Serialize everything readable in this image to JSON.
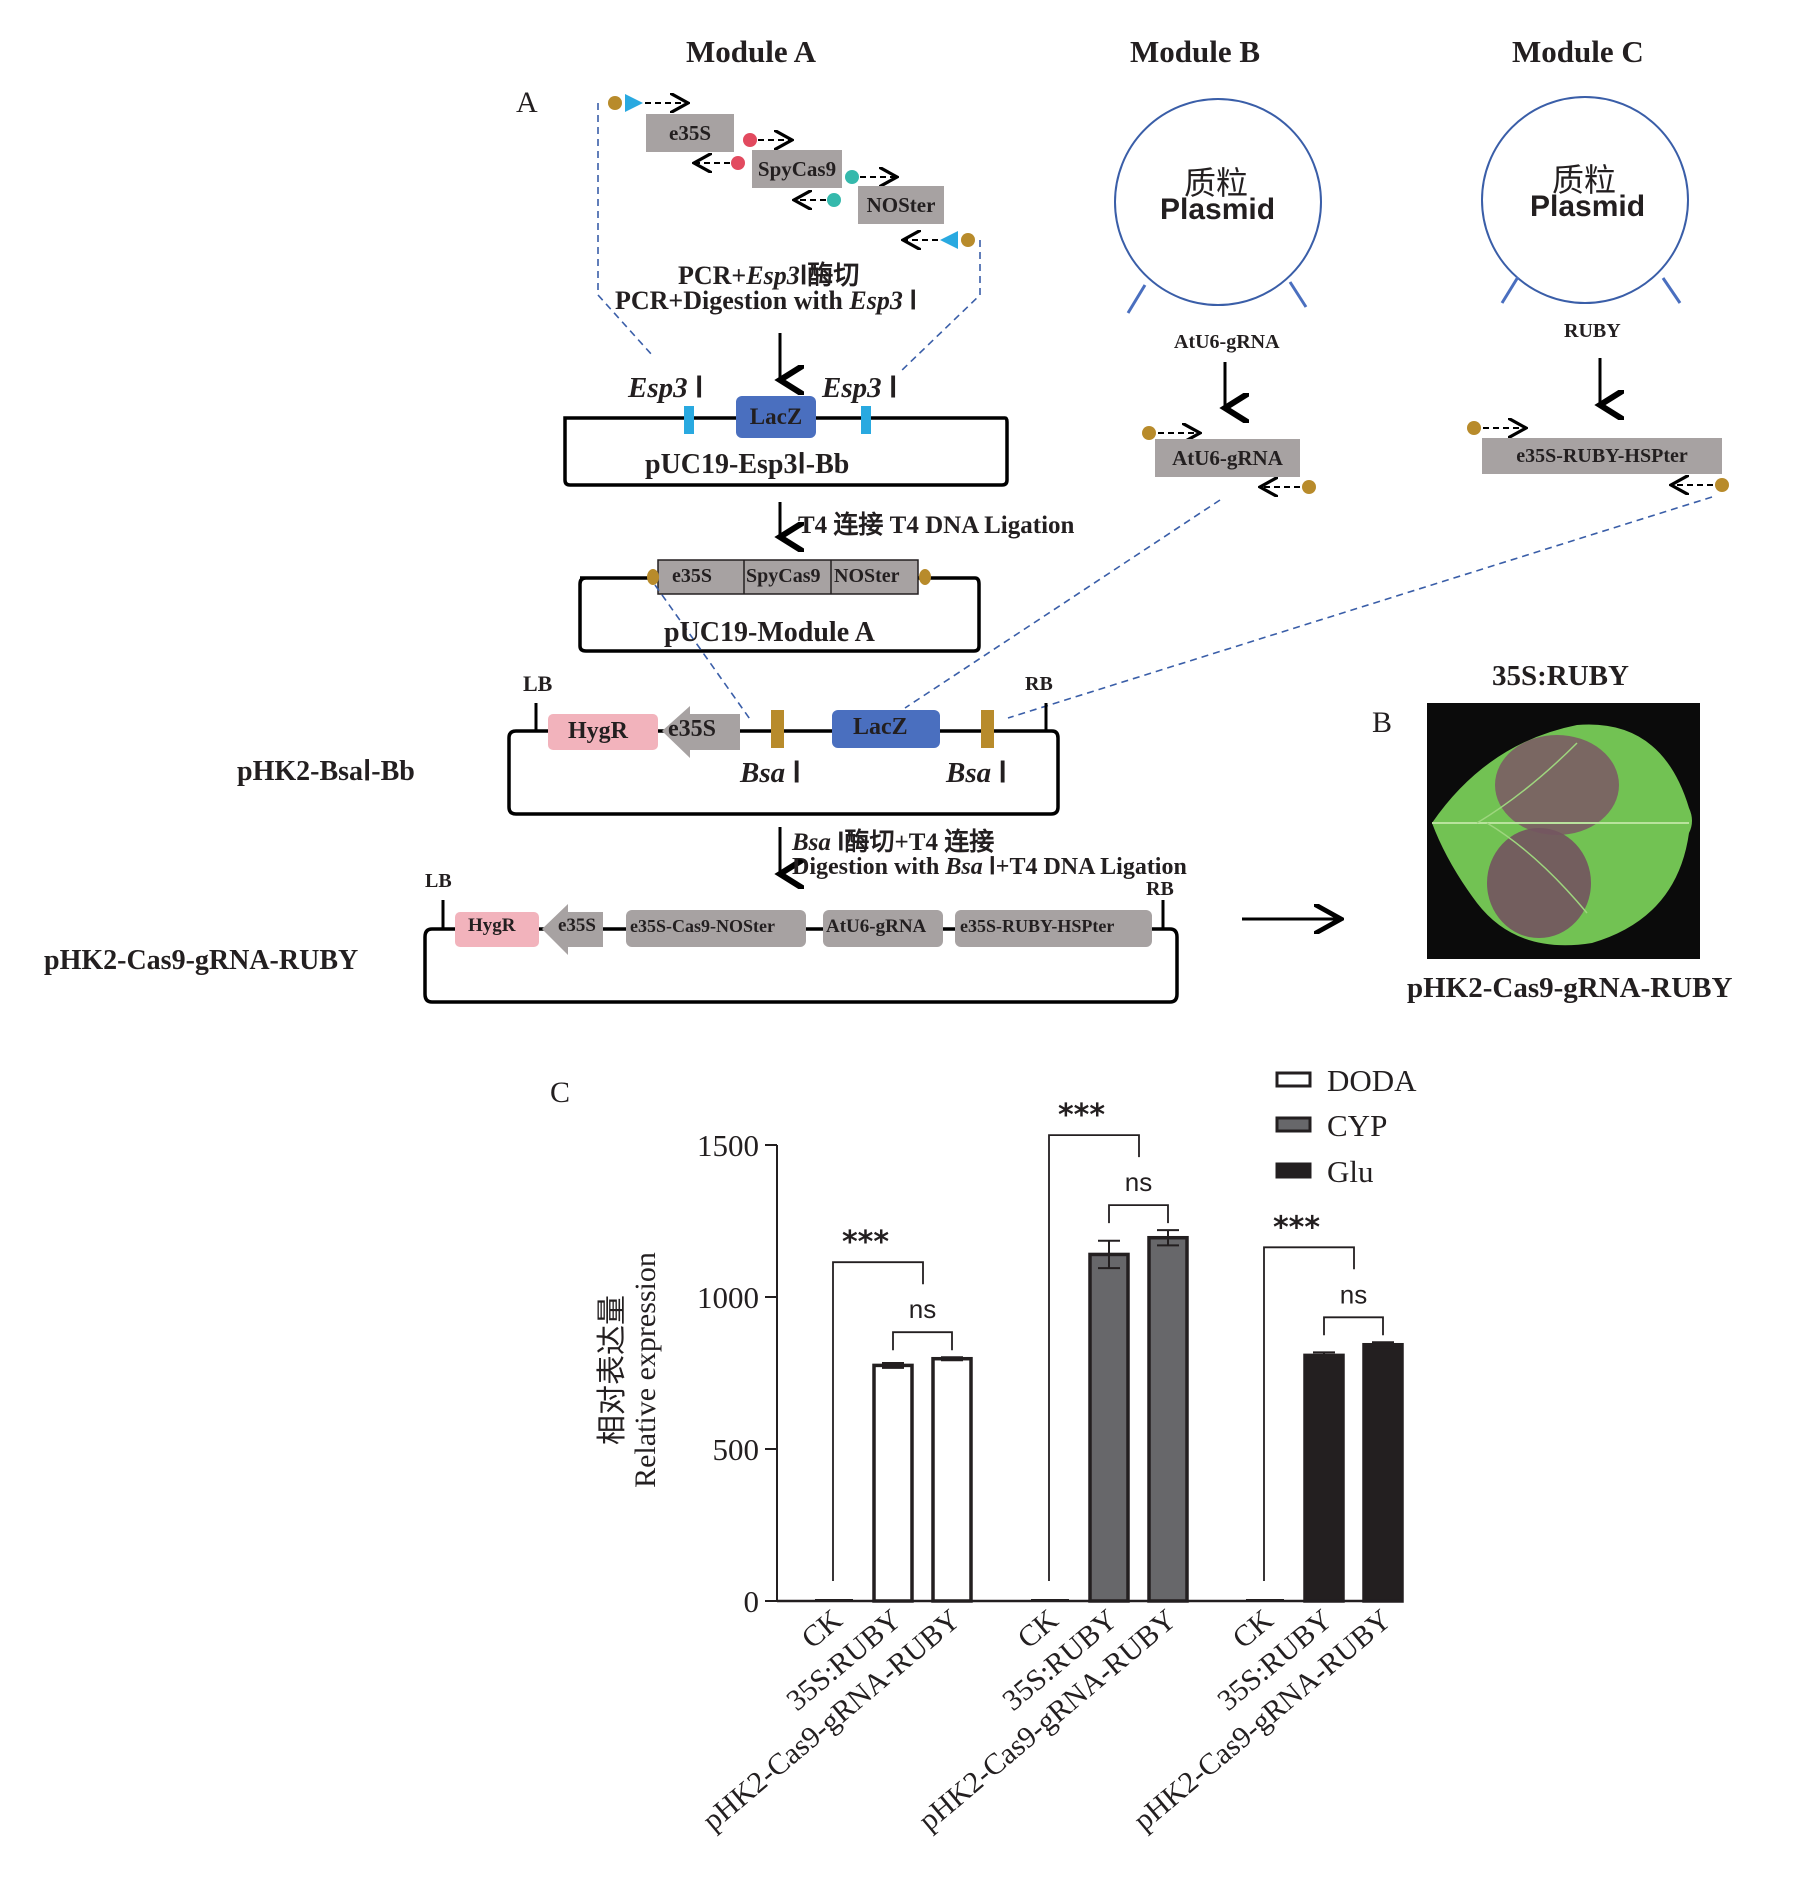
{
  "panels": {
    "a": "A",
    "b": "B",
    "c": "C"
  },
  "module_a": {
    "title": "Module A",
    "fragments": [
      "e35S",
      "SpyCas9",
      "NOSter"
    ],
    "step1_cn": "PCR+Esp3Ⅰ酶切",
    "step1_en_prefix": "PCR+Digestion with ",
    "step1_en_enzyme": "Esp3",
    "step1_en_suffix": " Ⅰ",
    "step1_cn_prefix": "PCR+",
    "step1_cn_enzyme": "Esp3",
    "step1_cn_suffix": "Ⅰ酶切",
    "site_label_enzyme": "Esp3",
    "site_label_suffix": " Ⅰ",
    "lacz": "LacZ",
    "vector1": "pUC19-Esp3Ⅰ-Bb",
    "step2": "T4 连接 T4 DNA Ligation",
    "vector2_parts": [
      "e35S",
      "SpyCas9",
      "NOSter"
    ],
    "vector2": "pUC19-Module A"
  },
  "module_b": {
    "title": "Module B",
    "plasmid_cn": "质粒",
    "plasmid_en": "Plasmid",
    "insert_label": "AtU6-gRNA",
    "fragment": "AtU6-gRNA"
  },
  "module_c": {
    "title": "Module C",
    "plasmid_cn": "质粒",
    "plasmid_en": "Plasmid",
    "insert_label": "RUBY",
    "fragment": "e35S-RUBY-HSPter"
  },
  "backbone": {
    "name": "pHK2-BsaⅠ-Bb",
    "lb": "LB",
    "rb": "RB",
    "hygr": "HygR",
    "e35s": "e35S",
    "lacz": "LacZ",
    "site_enzyme": "Bsa",
    "site_suffix": " Ⅰ",
    "step_cn_enzyme": "Bsa",
    "step_cn_suffix": " Ⅰ酶切+T4 连接",
    "step_en_prefix": "Digestion with ",
    "step_en_enzyme": "Bsa",
    "step_en_suffix": " Ⅰ+T4 DNA Ligation"
  },
  "final": {
    "name": "pHK2-Cas9-gRNA-RUBY",
    "lb": "LB",
    "rb": "RB",
    "parts": [
      "HygR",
      "e35S",
      "e35S-Cas9-NOSter",
      "AtU6-gRNA",
      "e35S-RUBY-HSPter"
    ]
  },
  "panel_b": {
    "top_label": "35S:RUBY",
    "bottom_label": "pHK2-Cas9-gRNA-RUBY"
  },
  "colors": {
    "gene_grey": "#a7a2a2",
    "lacz_blue": "#4a6fbf",
    "esp3_site": "#29a9e0",
    "bsa_site": "#b88b2b",
    "hygr_pink": "#f2b3bc",
    "primer_gold": "#b88b2b",
    "primer_red": "#e24a5f",
    "primer_teal": "#35b9ac",
    "plasmid_blue": "#3a5ea8",
    "doda": "#ffffff",
    "cyp": "#67676a",
    "glu": "#231f20"
  },
  "chart_data": {
    "type": "bar",
    "title": "",
    "xlabel": "",
    "ylabel_cn": "相对表达量",
    "ylabel": "Relative expression",
    "ylim": [
      0,
      1500
    ],
    "yticks": [
      0,
      500,
      1000,
      1500
    ],
    "categories": [
      "CK",
      "35S:RUBY",
      "pHK2-Cas9-gRNA-RUBY"
    ],
    "legend_position": "top-right",
    "series": [
      {
        "name": "DODA",
        "values": [
          0,
          775,
          797
        ],
        "errors": [
          0,
          8,
          5
        ],
        "significance": [
          "***",
          "ns"
        ]
      },
      {
        "name": "CYP",
        "values": [
          0,
          1140,
          1195
        ],
        "errors": [
          0,
          45,
          25
        ],
        "significance": [
          "***",
          "ns"
        ]
      },
      {
        "name": "Glu",
        "values": [
          0,
          808,
          843
        ],
        "errors": [
          0,
          10,
          8
        ],
        "significance": [
          "***",
          "ns"
        ]
      }
    ]
  }
}
